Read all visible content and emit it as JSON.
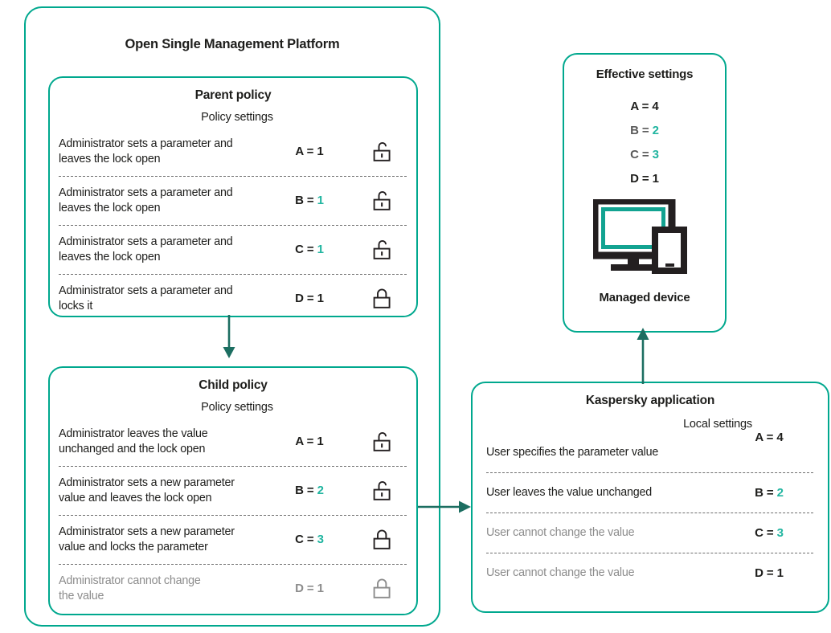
{
  "colors": {
    "border_teal": "#00a88e",
    "accent_green": "#21b5a0",
    "arrow_dark_teal": "#1c6e61",
    "text_dark": "#1d1d1b",
    "text_muted": "#8c8c8c"
  },
  "osmp": {
    "title": "Open Single Management Platform",
    "parent_policy": {
      "title": "Parent policy",
      "settings_label": "Policy settings",
      "rows": [
        {
          "description": "Administrator sets a parameter and\nleaves the lock open",
          "param": "A",
          "equals": "=",
          "value": "1",
          "value_accent": false,
          "muted": false,
          "lock": "lock-open-icon"
        },
        {
          "description": "Administrator sets a parameter and\nleaves the lock open",
          "param": "B",
          "equals": "=",
          "value": "1",
          "value_accent": true,
          "muted": false,
          "lock": "lock-open-icon"
        },
        {
          "description": "Administrator sets a parameter and\nleaves the lock open",
          "param": "C",
          "equals": "=",
          "value": "1",
          "value_accent": true,
          "muted": false,
          "lock": "lock-open-icon"
        },
        {
          "description": "Administrator sets a parameter and\nlocks it",
          "param": "D",
          "equals": "=",
          "value": "1",
          "value_accent": false,
          "muted": false,
          "lock": "lock-closed-icon"
        }
      ]
    },
    "child_policy": {
      "title": "Child policy",
      "settings_label": "Policy settings",
      "rows": [
        {
          "description": "Administrator leaves the value\nunchanged  and the lock open",
          "param": "A",
          "equals": "=",
          "value": "1",
          "value_accent": false,
          "muted": false,
          "lock": "lock-open-icon"
        },
        {
          "description": "Administrator sets a new parameter\nvalue and leaves the lock open",
          "param": "B",
          "equals": "=",
          "value": "2",
          "value_accent": true,
          "muted": false,
          "lock": "lock-open-icon"
        },
        {
          "description": "Administrator sets a new parameter\n value and locks the parameter",
          "param": "C",
          "equals": "=",
          "value": "3",
          "value_accent": true,
          "muted": false,
          "lock": "lock-closed-icon"
        },
        {
          "description": "Administrator cannot change\nthe value",
          "param": "D",
          "equals": "=",
          "value": "1",
          "value_accent": false,
          "muted": true,
          "lock": "lock-closed-icon"
        }
      ]
    }
  },
  "effective": {
    "title": "Effective settings",
    "items": [
      {
        "param": "A",
        "equals": "=",
        "value": "4",
        "value_accent": false,
        "param_dim": false
      },
      {
        "param": "B",
        "equals": "=",
        "value": "2",
        "value_accent": true,
        "param_dim": true
      },
      {
        "param": "C",
        "equals": "=",
        "value": "3",
        "value_accent": true,
        "param_dim": true
      },
      {
        "param": "D",
        "equals": "=",
        "value": "1",
        "value_accent": false,
        "param_dim": false
      }
    ],
    "device_icon": "managed-device-icon",
    "device_label": "Managed device"
  },
  "kaspersky": {
    "title": "Kaspersky application",
    "settings_label": "Local settings",
    "rows": [
      {
        "description": "User specifies the parameter value",
        "param": "A",
        "equals": "=",
        "value": "4",
        "value_accent": false,
        "muted": false
      },
      {
        "description": "User leaves the value unchanged",
        "param": "B",
        "equals": "=",
        "value": "2",
        "value_accent": true,
        "muted": false
      },
      {
        "description": "User cannot change the value",
        "param": "C",
        "equals": "=",
        "value": "3",
        "value_accent": true,
        "muted": true
      },
      {
        "description": "User cannot change the value",
        "param": "D",
        "equals": "=",
        "value": "1",
        "value_accent": false,
        "muted": true
      }
    ]
  },
  "arrows": [
    {
      "name": "arrow-parent-to-child",
      "direction": "down"
    },
    {
      "name": "arrow-child-to-app",
      "direction": "right"
    },
    {
      "name": "arrow-app-to-device",
      "direction": "up"
    }
  ]
}
